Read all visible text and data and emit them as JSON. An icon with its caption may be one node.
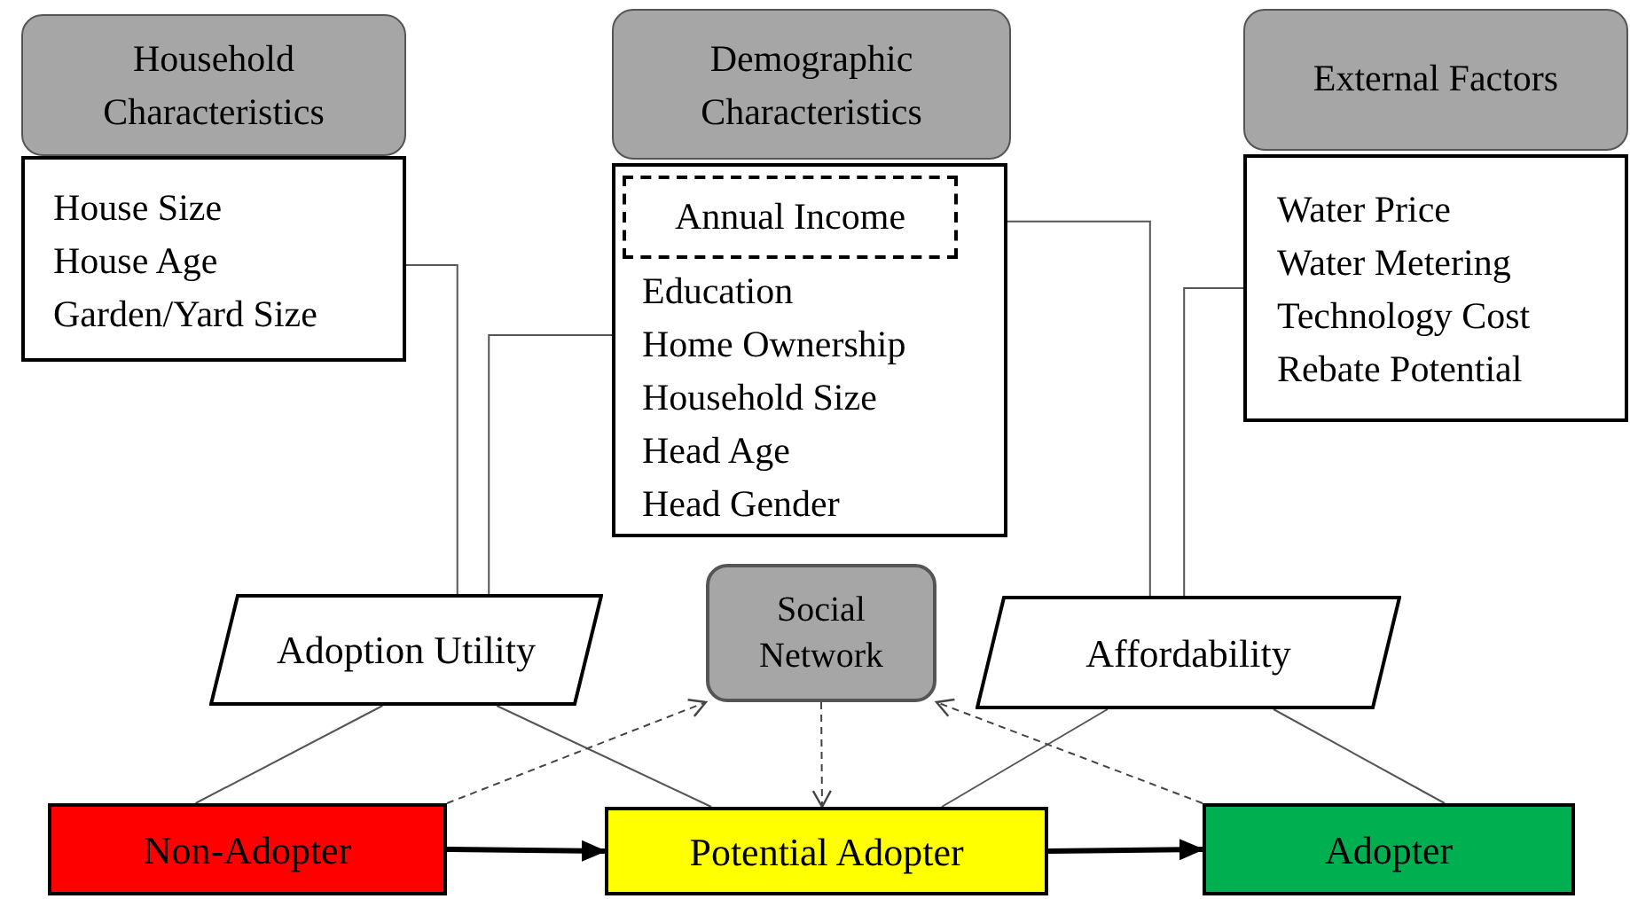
{
  "diagram": {
    "nodes": [
      {
        "text": [
          "Household Characteristics"
        ]
      },
      {
        "text": [
          "House Size",
          "House Age",
          "Garden/Yard Size"
        ]
      },
      {
        "text": [
          "Demographic Characteristics"
        ]
      },
      {
        "text": [
          "Education",
          "Home Ownership",
          "Household Size",
          "Head Age",
          "Head Gender"
        ]
      },
      {
        "text": [
          "Annual Income"
        ],
        "in": 3
      },
      {
        "text": [
          "External Factors"
        ]
      },
      {
        "text": [
          "Water Price",
          "Water Metering",
          "Technology Cost",
          "Rebate Potential"
        ]
      },
      {
        "text": [
          "Adoption Utility"
        ]
      },
      {
        "text": [
          "Social Network"
        ]
      },
      {
        "text": [
          "Affordability"
        ]
      },
      {
        "text": [
          "Non-Adopter"
        ]
      },
      {
        "text": [
          "Potential Adopter"
        ]
      },
      {
        "text": [
          "Adopter"
        ]
      }
    ],
    "edges": [
      {
        "from": 1,
        "to": 7,
        "arrow": "none"
      },
      {
        "from": 3,
        "to": 7,
        "arrow": "none"
      },
      {
        "from": 4,
        "to": 9,
        "arrow": "none"
      },
      {
        "from": 6,
        "to": 9,
        "arrow": "none"
      },
      {
        "from": 7,
        "to": 10,
        "arrow": "none"
      },
      {
        "from": 7,
        "to": 11,
        "arrow": "none"
      },
      {
        "from": 9,
        "to": 11,
        "arrow": "none"
      },
      {
        "from": 9,
        "to": 12,
        "arrow": "none"
      },
      {
        "from": 10,
        "to": 8,
        "arrow": "to",
        "style": "dashed"
      },
      {
        "from": 8,
        "to": 11,
        "arrow": "to",
        "style": "dashed"
      },
      {
        "from": 12,
        "to": 8,
        "arrow": "to",
        "style": "dashed"
      },
      {
        "from": 10,
        "to": 11,
        "arrow": "to",
        "style": "thick"
      },
      {
        "from": 11,
        "to": 12,
        "arrow": "to",
        "style": "thick"
      }
    ]
  }
}
